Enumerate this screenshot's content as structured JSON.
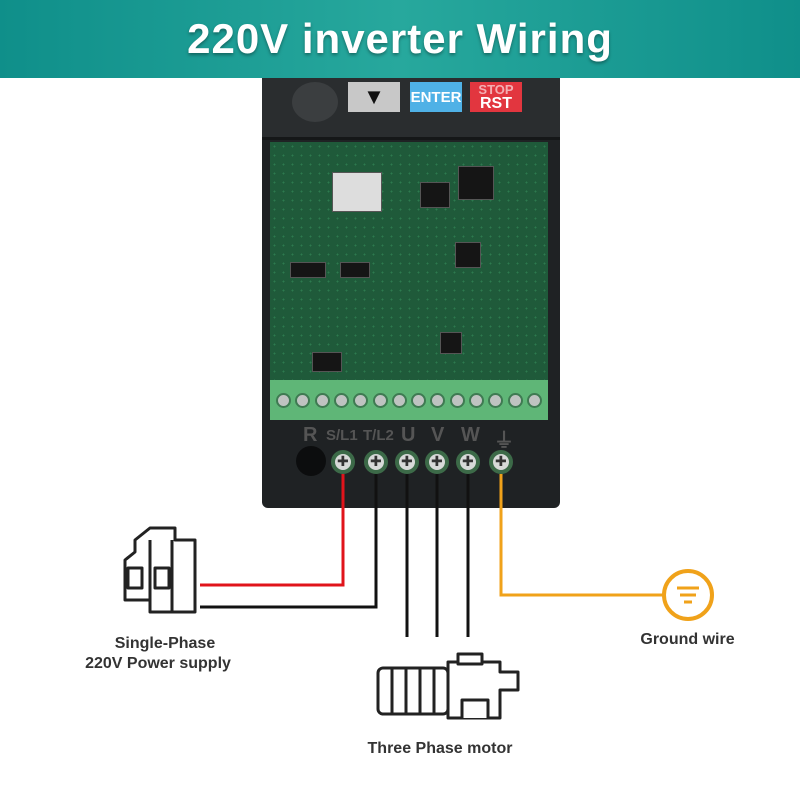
{
  "title": "220V inverter Wiring",
  "keypad": {
    "enter": "ENTER",
    "stop": "STOP",
    "rst": "RST"
  },
  "terminals": [
    "R",
    "S/L1",
    "T/L2",
    "U",
    "V",
    "W",
    "⏚"
  ],
  "labels": {
    "power_line1": "Single-Phase",
    "power_line2": "220V Power supply",
    "ground": "Ground wire",
    "motor": "Three Phase motor"
  },
  "colors": {
    "header": "#1a9e96",
    "live_wire": "#e0141b",
    "neutral_wire": "#111111",
    "ground_wire": "#f0a21a"
  }
}
